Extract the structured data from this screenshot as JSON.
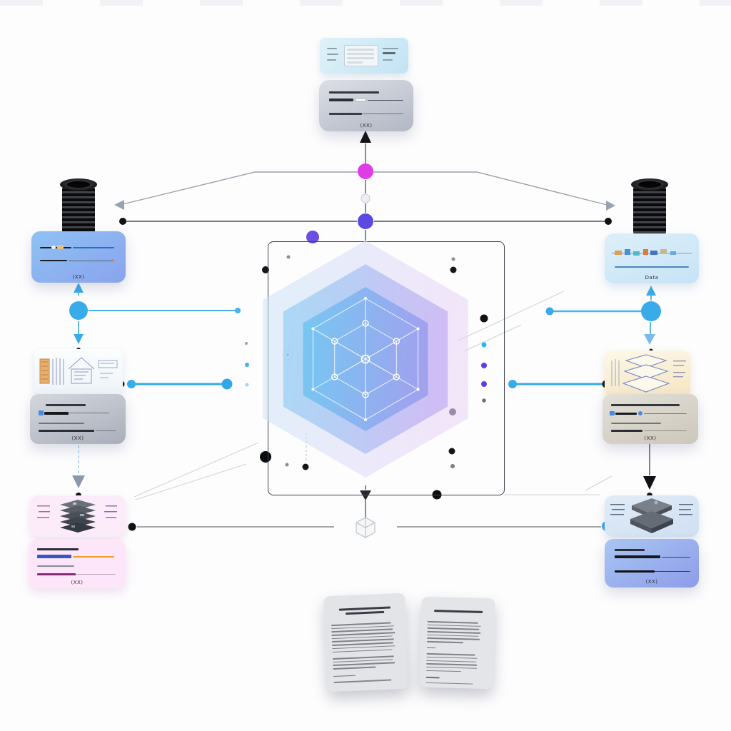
{
  "palette": {
    "accent_blue": "#38abe8",
    "magenta": "#df3ce6",
    "purple": "#5b49e2",
    "ink": "#17181c",
    "line_gray": "#9aa0aa",
    "hex_blue": "#62c4f0",
    "hex_purple": "#8f96ec"
  },
  "top_stack": {
    "preview_card": {
      "label": "table-preview"
    },
    "spec_card": {
      "caption": "(XX)"
    }
  },
  "left_column": {
    "db_card": {
      "caption": "(XX)"
    },
    "spec_card": {
      "caption": "(XX)"
    },
    "summary_card": {
      "caption": "(XX)"
    }
  },
  "right_column": {
    "data_card": {
      "caption": "Data"
    },
    "spec_card": {
      "caption": "(XX)"
    },
    "summary_card": {
      "caption": "(XX)"
    }
  },
  "documents": {
    "doc1_lines": [
      {
        "w": 74,
        "h": 3,
        "c": "#3b3d44",
        "mt": 10,
        "ctr": true
      },
      {
        "w": 56,
        "h": 3,
        "c": "#3b3d44",
        "mt": 3,
        "ctr": true
      },
      {
        "w": 88,
        "h": 1.5,
        "c": "#7f828a",
        "mt": 13
      },
      {
        "w": 92,
        "h": 1.5,
        "c": "#7f828a",
        "mt": 3.2
      },
      {
        "w": 90,
        "h": 1.5,
        "c": "#7f828a",
        "mt": 3.2
      },
      {
        "w": 93,
        "h": 1.5,
        "c": "#7f828a",
        "mt": 3.2
      },
      {
        "w": 89,
        "h": 1.5,
        "c": "#7f828a",
        "mt": 3.2
      },
      {
        "w": 91,
        "h": 1.5,
        "c": "#7f828a",
        "mt": 3.2
      },
      {
        "w": 90,
        "h": 1.5,
        "c": "#7f828a",
        "mt": 3.2
      },
      {
        "w": 92,
        "h": 1.5,
        "c": "#7f828a",
        "mt": 3.2
      },
      {
        "w": 88,
        "h": 1.5,
        "c": "#7f828a",
        "mt": 3.2
      },
      {
        "w": 90,
        "h": 1.5,
        "c": "#7f828a",
        "mt": 8
      },
      {
        "w": 88,
        "h": 1.5,
        "c": "#7f828a",
        "mt": 3.2
      },
      {
        "w": 91,
        "h": 1.5,
        "c": "#7f828a",
        "mt": 3.2
      },
      {
        "w": 62,
        "h": 1.5,
        "c": "#7f828a",
        "mt": 3.2
      },
      {
        "w": 32,
        "h": 1.5,
        "c": "#6e7179",
        "mt": 9
      },
      {
        "w": 84,
        "h": 1.5,
        "c": "#83868e",
        "mt": 7
      }
    ],
    "doc2_lines": [
      {
        "w": 80,
        "h": 3,
        "c": "#3b3d44",
        "mt": 10,
        "ctr": true
      },
      {
        "w": 84,
        "h": 1.5,
        "c": "#7f828a",
        "mt": 13
      },
      {
        "w": 88,
        "h": 1.5,
        "c": "#7f828a",
        "mt": 3.2
      },
      {
        "w": 86,
        "h": 1.5,
        "c": "#7f828a",
        "mt": 3.2
      },
      {
        "w": 88,
        "h": 1.5,
        "c": "#7f828a",
        "mt": 3.2
      },
      {
        "w": 85,
        "h": 1.5,
        "c": "#7f828a",
        "mt": 3.2
      },
      {
        "w": 87,
        "h": 1.5,
        "c": "#7f828a",
        "mt": 3.2
      },
      {
        "w": 60,
        "h": 1.5,
        "c": "#7f828a",
        "mt": 3.2
      },
      {
        "w": 14,
        "h": 1.5,
        "c": "#6e7179",
        "mt": 7
      },
      {
        "w": 80,
        "h": 1.5,
        "c": "#7f828a",
        "mt": 7
      },
      {
        "w": 84,
        "h": 1.5,
        "c": "#7f828a",
        "mt": 3.2
      },
      {
        "w": 82,
        "h": 1.5,
        "c": "#7f828a",
        "mt": 3.2
      },
      {
        "w": 84,
        "h": 1.5,
        "c": "#7f828a",
        "mt": 3.2
      },
      {
        "w": 83,
        "h": 1.5,
        "c": "#7f828a",
        "mt": 3.2
      },
      {
        "w": 58,
        "h": 1.5,
        "c": "#7f828a",
        "mt": 3.2
      },
      {
        "w": 22,
        "h": 1.5,
        "c": "#6e7179",
        "mt": 8
      },
      {
        "w": 78,
        "h": 1.5,
        "c": "#83868e",
        "mt": 6
      }
    ]
  }
}
